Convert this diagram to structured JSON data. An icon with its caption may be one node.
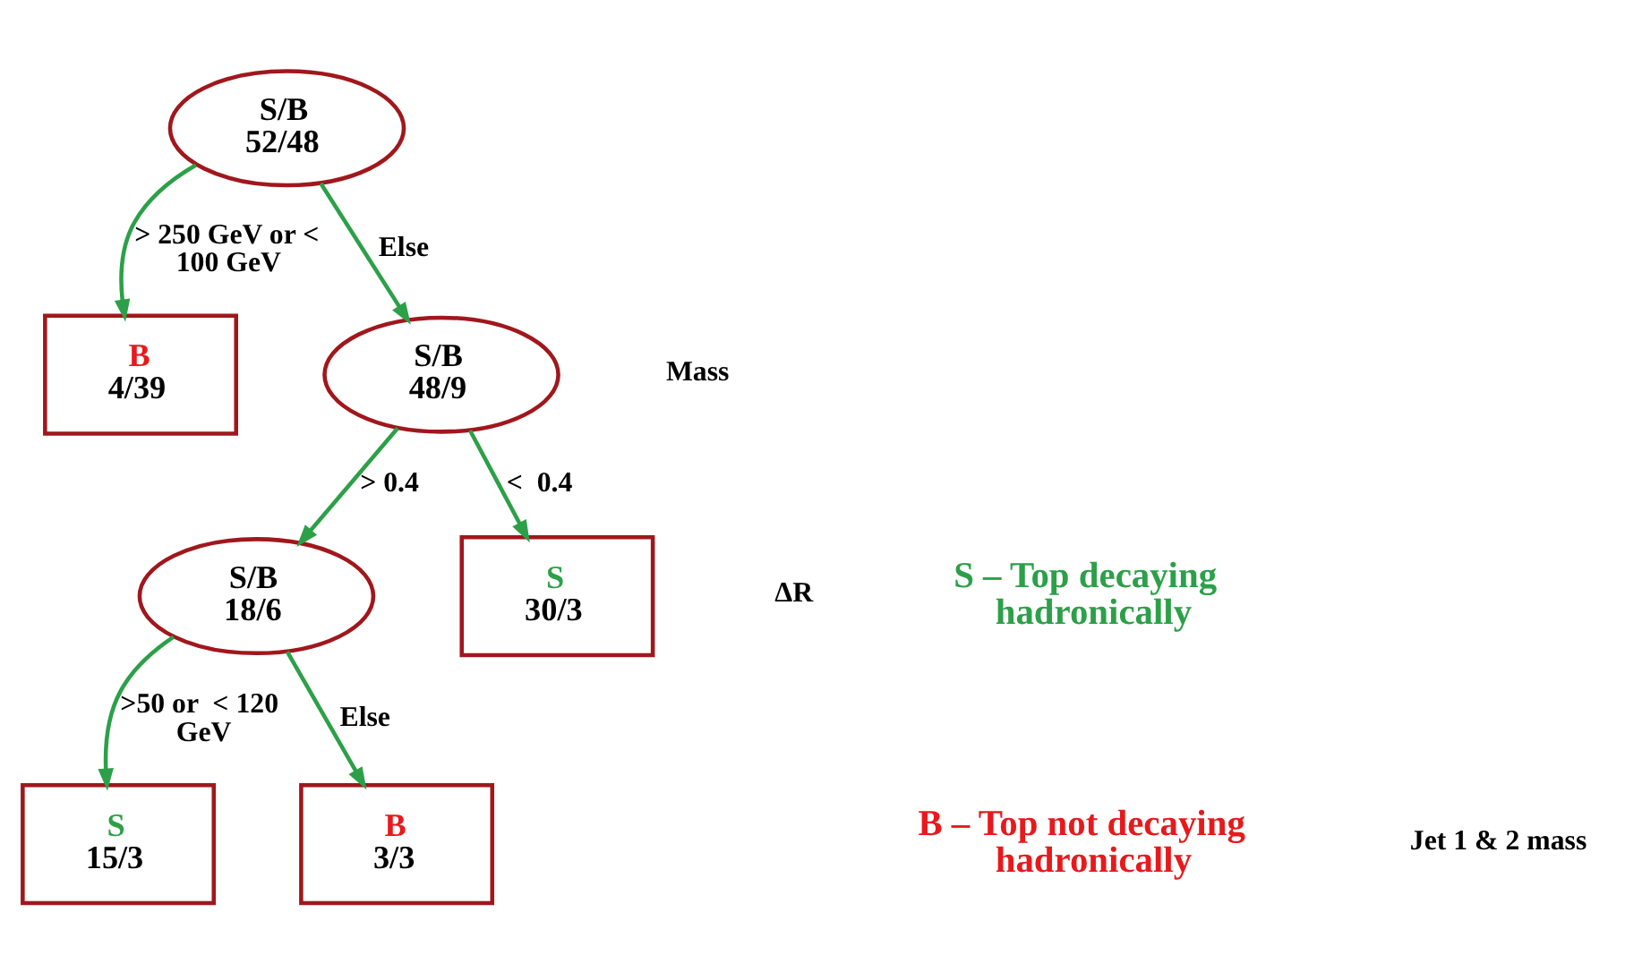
{
  "diagram": {
    "nodes": [
      {
        "text": [
          "S/B",
          "52/48"
        ]
      },
      {
        "text": [
          "B",
          "4/39"
        ]
      },
      {
        "text": [
          "S/B",
          "48/9"
        ]
      },
      {
        "text": [
          "S/B",
          "18/6"
        ]
      },
      {
        "text": [
          "S",
          "30/3"
        ]
      },
      {
        "text": [
          "S",
          "15/3"
        ]
      },
      {
        "text": [
          "B",
          "3/3"
        ]
      }
    ],
    "edges": [
      {
        "from": 0,
        "to": 1,
        "arrow": "to",
        "label": "> 250 GeV or < 100 GeV"
      },
      {
        "from": 0,
        "to": 2,
        "arrow": "to",
        "label": "Else"
      },
      {
        "from": 2,
        "to": 3,
        "arrow": "to",
        "label": "> 0.4"
      },
      {
        "from": 2,
        "to": 4,
        "arrow": "to",
        "label": "<  0.4"
      },
      {
        "from": 3,
        "to": 5,
        "arrow": "to",
        "label": ">50 or  < 120 GeV"
      },
      {
        "from": 3,
        "to": 6,
        "arrow": "to",
        "label": "Else"
      }
    ],
    "labels": [
      "Mass",
      "ΔR",
      "S – Top decaying hadronically",
      "B – Top not decaying hadronically",
      "Jet 1 & 2 mass"
    ]
  }
}
